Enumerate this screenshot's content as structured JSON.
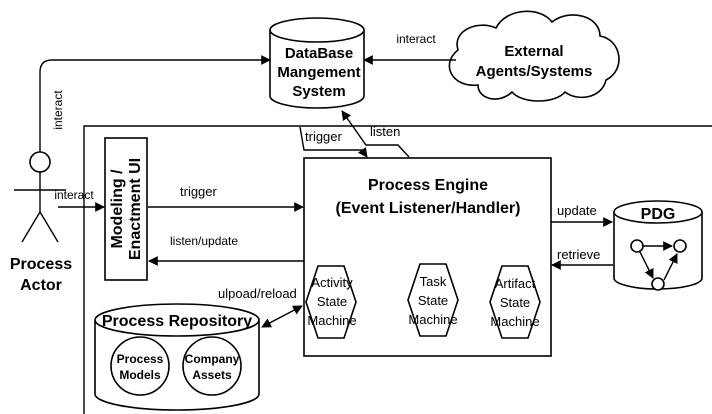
{
  "diagram": {
    "database": {
      "lines": [
        "DataBase",
        "Mangement",
        "System"
      ]
    },
    "external": {
      "lines": [
        "External",
        "Agents/Systems"
      ]
    },
    "actor": {
      "lines": [
        "Process",
        "Actor"
      ]
    },
    "modeling_ui": {
      "lines": [
        "Modeling /",
        "Enactment UI"
      ]
    },
    "engine": {
      "lines": [
        "Process Engine",
        "(Event Listener/Handler)"
      ]
    },
    "state_machines": [
      {
        "lines": [
          "Activity",
          "State",
          "Machine"
        ]
      },
      {
        "lines": [
          "Task",
          "State",
          "Machine"
        ]
      },
      {
        "lines": [
          "Artifact",
          "State",
          "Machine"
        ]
      }
    ],
    "pdg": {
      "label": "PDG"
    },
    "repository": {
      "title": "Process Repository",
      "items": [
        {
          "lines": [
            "Process",
            "Models"
          ]
        },
        {
          "lines": [
            "Company",
            "Assets"
          ]
        }
      ]
    },
    "edges": {
      "interact_top": "interact",
      "interact_external": "interact",
      "interact_actor": "interact",
      "trigger_db": "trigger",
      "listen_db": "listen",
      "trigger_ui": "trigger",
      "listen_update": "listen/update",
      "update_pdg": "update",
      "retrieve_pdg": "retrieve",
      "upload_reload": "ulpoad/reload"
    }
  }
}
